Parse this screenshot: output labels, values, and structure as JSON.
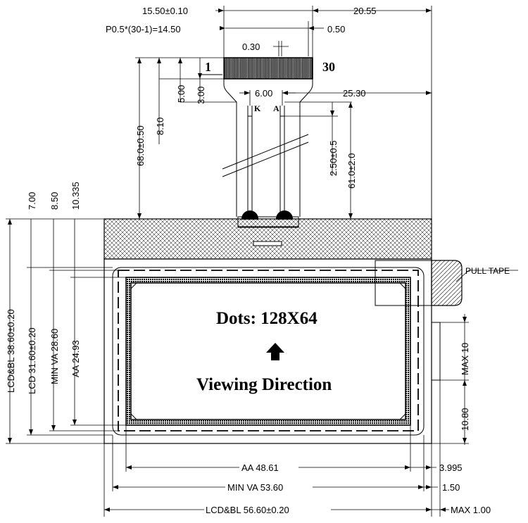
{
  "dimensions": {
    "top_width": "15.50±0.10",
    "right_offset": "20.55",
    "pitch": "P0.5*(30-1)=14.50",
    "end_margin": "0.50",
    "pin_width": "0.30",
    "pin_first": "1",
    "pin_last": "30",
    "ka_spacing": "6.00",
    "right_width": "25.30",
    "v_3": "3.00",
    "v_5": "5.00",
    "v_8_10": "8.10",
    "v_68": "68.0±0.50",
    "v_2_50": "2.50±0.5",
    "v_61": "61.0±2.0",
    "v_7": "7.00",
    "v_8_50": "8.50",
    "v_10_335": "10.335",
    "lcd_bl_h": "LCD&BL  38.60±0.20",
    "lcd_h": "LCD  31.60±0.20",
    "min_va_h": "MIN  VA  28.60",
    "aa_h": "AA  24.93",
    "max_10": "MAX  10",
    "v_10_80": "10.80",
    "aa_w": "AA  48.61",
    "aa_off": "3.995",
    "min_va_w": "MIN  VA  53.60",
    "va_off": "1.50",
    "lcd_bl_w": "LCD&BL  56.60±0.20",
    "max_1": "MAX  1.00"
  },
  "labels": {
    "k": "K",
    "a": "A",
    "pull_tape": "PULL TAPE",
    "dots": "Dots:  128X64",
    "viewing": "Viewing  Direction"
  },
  "icons": {
    "arrow": "arrow-up-icon"
  }
}
